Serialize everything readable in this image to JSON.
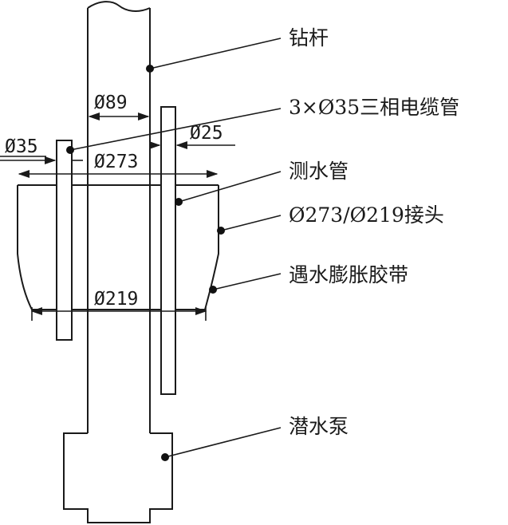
{
  "labels": {
    "drill_pipe": "钻杆",
    "cable_pipe": "3×Ø35三相电缆管",
    "water_pipe": "测水管",
    "joint": "Ø273/Ø219接头",
    "water_swell_tape": "遇水膨胀胶带",
    "submersible_pump": "潜水泵"
  },
  "dimensions": {
    "d89": "Ø89",
    "d35": "Ø35",
    "d273": "Ø273",
    "d25": "Ø25",
    "d219": "Ø219"
  }
}
